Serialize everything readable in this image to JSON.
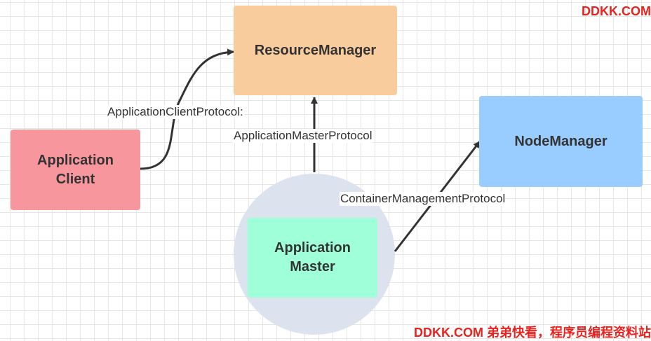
{
  "nodes": {
    "resource_manager": {
      "label": "ResourceManager",
      "color": "#f9cc9d"
    },
    "node_manager": {
      "label": "NodeManager",
      "color": "#99ccff"
    },
    "application_client": {
      "label": "Application\nClient",
      "color": "#f8969d"
    },
    "application_master": {
      "label": "Application\nMaster",
      "color": "#9effd8"
    },
    "master_container": {
      "color": "#dde3ee"
    }
  },
  "edges": {
    "client_to_rm": {
      "label": "ApplicationClientProtocol:"
    },
    "master_to_rm": {
      "label": "ApplicationMasterProtocol"
    },
    "master_to_nm": {
      "label": "ContainerManagementProtocol"
    }
  },
  "watermarks": {
    "top": "DDKK.COM",
    "bottom": "DDKK.COM 弟弟快看，程序员编程资料站",
    "color": "#e8231f"
  },
  "colors": {
    "edge": "#333333",
    "text": "#333333"
  }
}
